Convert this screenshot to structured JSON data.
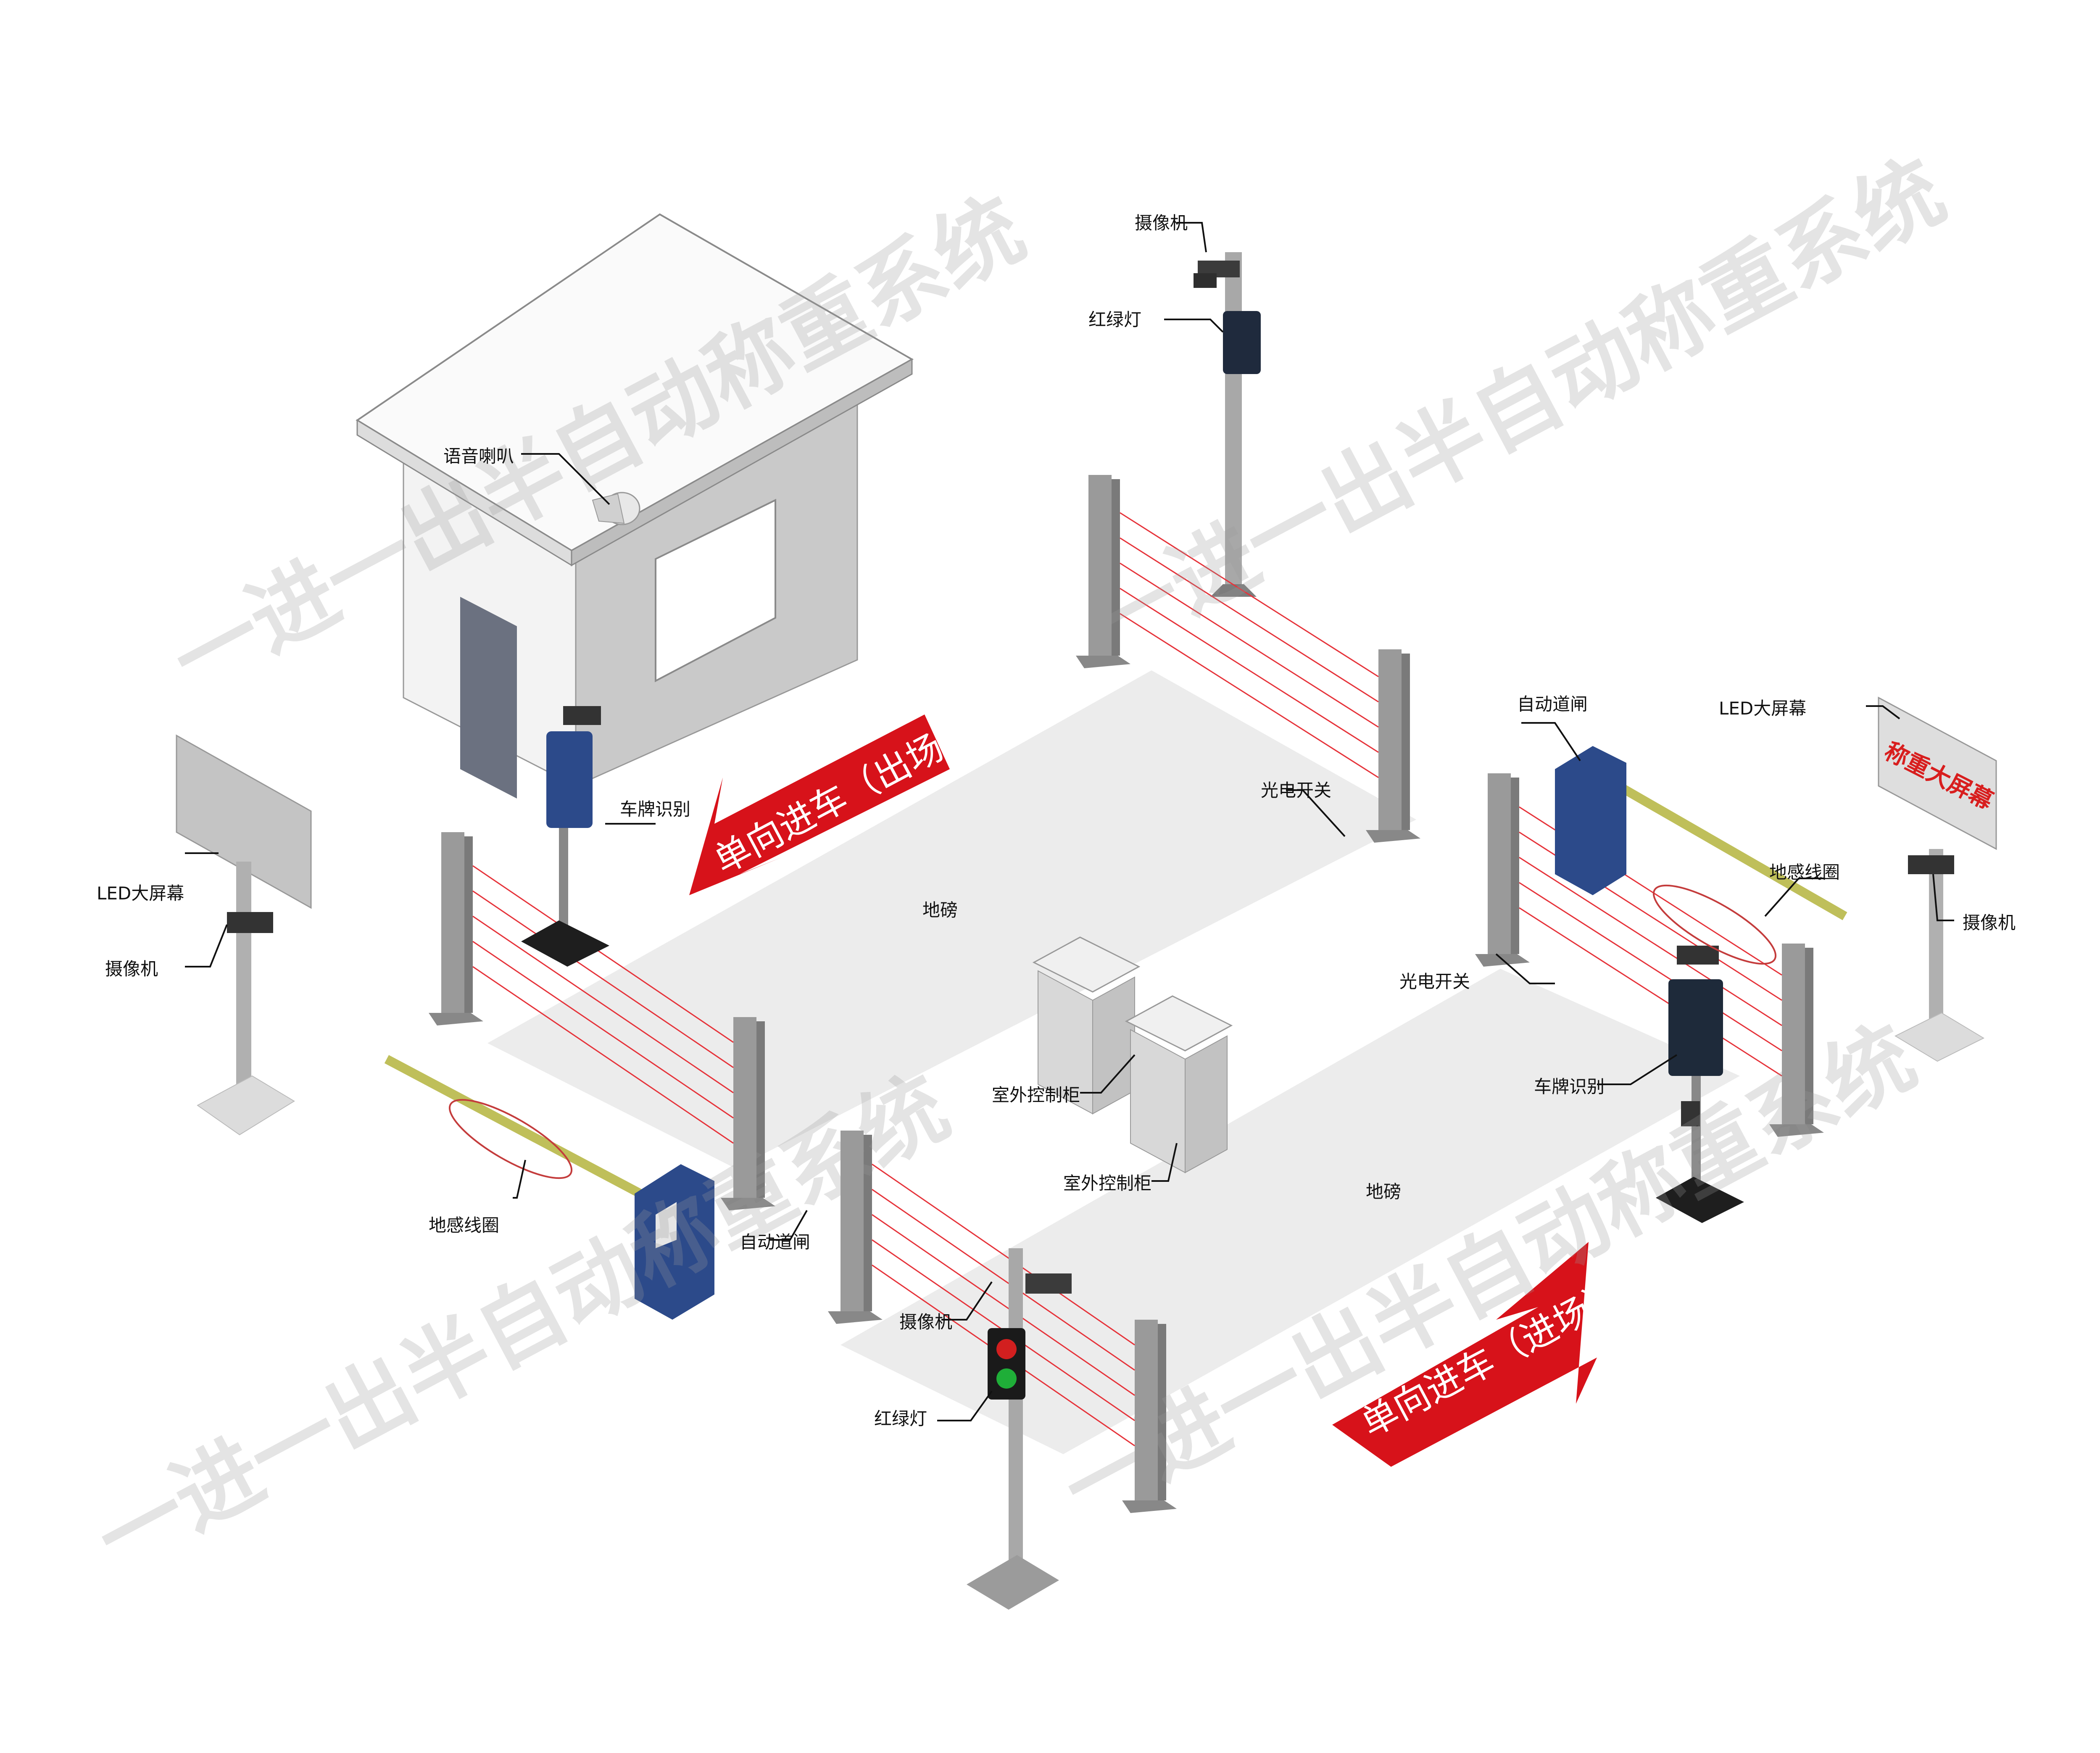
{
  "colors": {
    "beam": "#e6333a",
    "arrow": "#d7121a",
    "gate": "#2c4a8a",
    "boom": "#bfbf5a",
    "post": "#8f8f8f",
    "scale": "#ececec"
  },
  "watermark": "一进一出半自动称重系统",
  "labels": {
    "speaker": "语音喇叭",
    "plate_left": "车牌识别",
    "plate_right": "车牌识别",
    "led_left": "LED大屏幕",
    "led_right": "LED大屏幕",
    "camera_left": "摄像机",
    "camera_top": "摄像机",
    "camera_right": "摄像机",
    "camera_bottom": "摄像机",
    "traffic_top": "红绿灯",
    "traffic_bottom": "红绿灯",
    "photo_top": "光电开关",
    "photo_right": "光电开关",
    "gate_left": "自动道闸",
    "gate_right": "自动道闸",
    "loop_left": "地感线圈",
    "loop_right": "地感线圈",
    "cabinet_1": "室外控制柜",
    "cabinet_2": "室外控制柜",
    "scale_1": "地磅",
    "scale_2": "地磅"
  },
  "arrows": {
    "exit": "单向进车（出场）",
    "entry": "单向进车（进场）"
  },
  "led_screen_text": "称重大屏幕"
}
